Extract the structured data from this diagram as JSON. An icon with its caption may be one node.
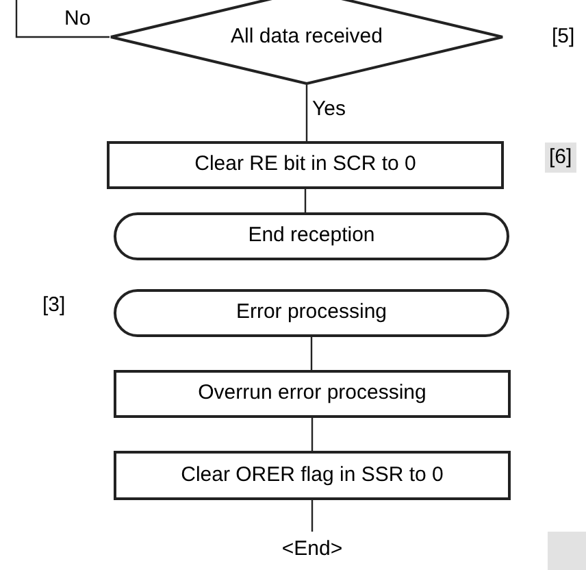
{
  "diagram": {
    "nodes": [
      {
        "text": [
          "All data received"
        ]
      },
      {
        "text": [
          "Clear RE bit in SCR to 0"
        ]
      },
      {
        "text": [
          "End reception"
        ]
      },
      {
        "text": [
          "Error processing"
        ]
      },
      {
        "text": [
          "Overrun error processing"
        ]
      },
      {
        "text": [
          "Clear ORER flag in SSR to 0"
        ]
      },
      {
        "text": [
          "<End>"
        ]
      }
    ],
    "edges": [
      {
        "from": 0,
        "to": null,
        "arrow": "none",
        "label": "No"
      },
      {
        "from": 0,
        "to": 1,
        "arrow": "none",
        "label": "Yes"
      },
      {
        "from": 1,
        "to": 2,
        "arrow": "none"
      },
      {
        "from": 3,
        "to": 4,
        "arrow": "none"
      },
      {
        "from": 4,
        "to": 5,
        "arrow": "none"
      },
      {
        "from": 5,
        "to": 6,
        "arrow": "none"
      }
    ],
    "labels": [
      "[5]",
      "[6]",
      "[3]"
    ]
  }
}
